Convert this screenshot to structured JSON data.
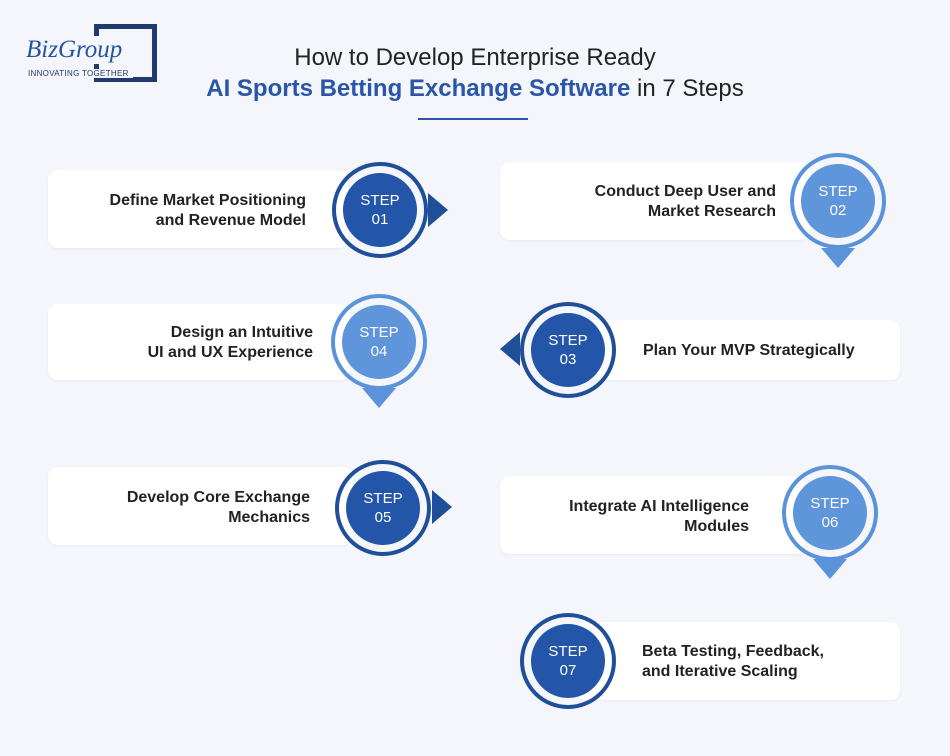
{
  "logo": {
    "name_part1": "Biz",
    "name_part2": "Group",
    "tagline": "INNOVATING TOGETHER"
  },
  "title": {
    "line1": "How to Develop Enterprise Ready",
    "line2_highlight": "AI Sports Betting Exchange Software",
    "line2_rest": " in 7 Steps"
  },
  "steps": [
    {
      "step_label": "STEP",
      "number": "01",
      "lines": [
        "Define Market Positioning",
        "and Revenue Model"
      ]
    },
    {
      "step_label": "STEP",
      "number": "02",
      "lines": [
        "Conduct Deep User and",
        "Market Research"
      ]
    },
    {
      "step_label": "STEP",
      "number": "03",
      "lines": [
        "Plan Your MVP Strategically"
      ]
    },
    {
      "step_label": "STEP",
      "number": "04",
      "lines": [
        "Design an Intuitive",
        "UI and UX Experience"
      ]
    },
    {
      "step_label": "STEP",
      "number": "05",
      "lines": [
        "Develop Core Exchange",
        "Mechanics"
      ]
    },
    {
      "step_label": "STEP",
      "number": "06",
      "lines": [
        "Integrate AI Intelligence",
        "Modules"
      ]
    },
    {
      "step_label": "STEP",
      "number": "07",
      "lines": [
        "Beta Testing, Feedback,",
        "and Iterative Scaling"
      ]
    }
  ],
  "colors": {
    "dark_blue": "#2356a8",
    "light_blue": "#5e95db",
    "background": "#f4f6fb"
  }
}
